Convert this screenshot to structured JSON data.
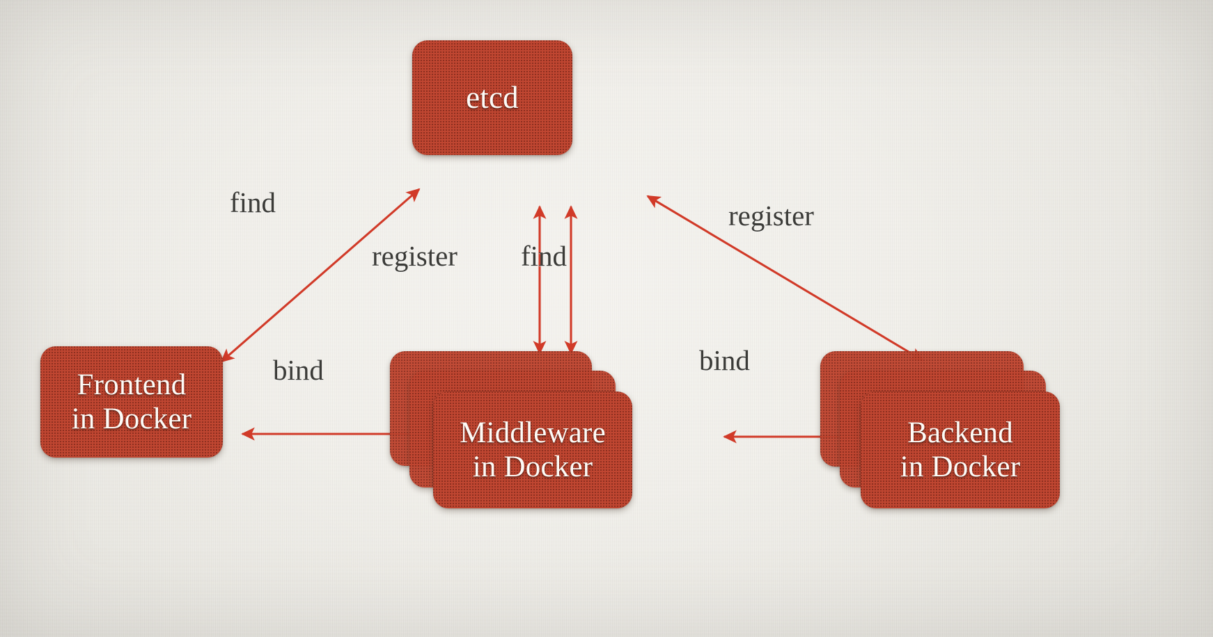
{
  "diagram": {
    "title": "Service discovery architecture with etcd",
    "background_color": "#EDEBE5",
    "node_color": "#BF4631",
    "arrow_color": "#D13A28",
    "label_color": "#3B3B38",
    "node_text_color": "#FDFBF7"
  },
  "nodes": [
    {
      "id": "etcd",
      "label": "etcd",
      "position": "top-center",
      "stacked": false,
      "copies": 1
    },
    {
      "id": "frontend",
      "label": "Frontend\nin Docker",
      "position": "bottom-left",
      "stacked": false,
      "copies": 1
    },
    {
      "id": "middleware",
      "label": "Middleware\nin Docker",
      "position": "bottom-center",
      "stacked": true,
      "copies": 3
    },
    {
      "id": "backend",
      "label": "Backend\nin Docker",
      "position": "bottom-right",
      "stacked": true,
      "copies": 3
    }
  ],
  "edges": [
    {
      "id": "find-left",
      "label": "find",
      "from": "frontend",
      "to": "etcd",
      "direction": "both",
      "orientation": "diagonal-up-right"
    },
    {
      "id": "register-center",
      "label": "register",
      "from": "middleware",
      "to": "etcd",
      "direction": "both",
      "orientation": "vertical"
    },
    {
      "id": "find-center",
      "label": "find",
      "from": "middleware",
      "to": "etcd",
      "direction": "both",
      "orientation": "vertical"
    },
    {
      "id": "register-right",
      "label": "register",
      "from": "backend",
      "to": "etcd",
      "direction": "both",
      "orientation": "diagonal-up-left"
    },
    {
      "id": "bind-left",
      "label": "bind",
      "from": "frontend",
      "to": "middleware",
      "direction": "both",
      "orientation": "horizontal"
    },
    {
      "id": "bind-right",
      "label": "bind",
      "from": "middleware",
      "to": "backend",
      "direction": "both",
      "orientation": "horizontal"
    }
  ]
}
